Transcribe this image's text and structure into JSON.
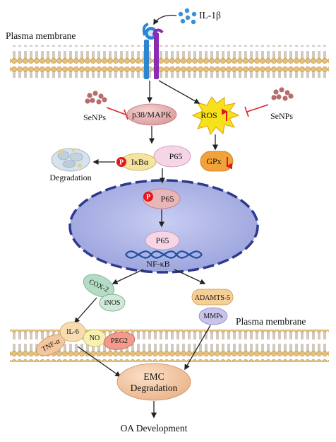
{
  "ligand": {
    "label": "IL-1β"
  },
  "membrane_top": {
    "label": "Plasma membrane"
  },
  "membrane_bottom": {
    "label": "Plasma membrane"
  },
  "p38": {
    "label": "p38/MAPK"
  },
  "ros": {
    "label": "ROS"
  },
  "gpx": {
    "label": "GPx"
  },
  "senps_left": {
    "label": "SeNPs"
  },
  "senps_right": {
    "label": "SeNPs"
  },
  "ikba": {
    "label": "IκBα",
    "phospho": "P"
  },
  "p65_top": {
    "label": "P65"
  },
  "degradation": {
    "label": "Degradation"
  },
  "p65_nuc_top": {
    "label": "P65",
    "phospho": "P"
  },
  "p65_dna": {
    "label": "P65"
  },
  "nfkb": {
    "label": "NF-κB"
  },
  "cox2": {
    "label": "COX-2"
  },
  "inos": {
    "label": "iNOS"
  },
  "adamts5": {
    "label": "ADAMTS-5"
  },
  "mmps": {
    "label": "MMPs"
  },
  "il6": {
    "label": "IL-6"
  },
  "tnfa": {
    "label": "TNF-α"
  },
  "no": {
    "label": "NO"
  },
  "peg2": {
    "label": "PEG2"
  },
  "emc": {
    "line1": "EMC",
    "line2": "Degradation"
  },
  "oa": {
    "label": "OA Development"
  },
  "colors": {
    "lipid_head": "#e6c07a",
    "nucleus": "#b7bde8",
    "nucleus_border": "#2d3a8c",
    "p38": "#e8b3b3",
    "p65": "#f6d6e6",
    "ros": "#f7e11c",
    "gpx": "#f2a23a",
    "cox2": "#b4dcc4",
    "adamts5": "#f5cf96",
    "mmps": "#c9c4ec",
    "emc": "#f4c8a4",
    "phospho": "#e3161d",
    "arrow": "#222222",
    "inhibit": "#d9242b"
  }
}
